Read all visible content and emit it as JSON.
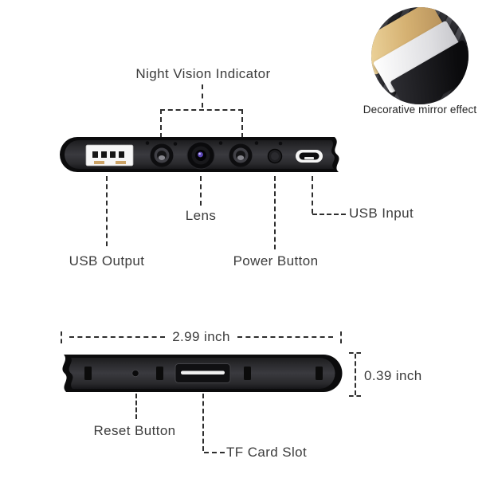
{
  "inset": {
    "caption": "Decorative mirror effect",
    "variant_colors": {
      "gold": "#d5b172",
      "silver": "#dedee1",
      "black": "#0b0b0d",
      "wood_background": "#3c3c41"
    }
  },
  "top_view": {
    "labels": {
      "night_vision": "Night Vision Indicator",
      "lens": "Lens",
      "usb_output": "USB Output",
      "power_button": "Power Button",
      "usb_input": "USB Input"
    },
    "part_icons": [
      "usb-a-port",
      "ir-led",
      "camera-lens",
      "ir-led",
      "power-button",
      "micro-usb-port"
    ]
  },
  "bottom_view": {
    "labels": {
      "reset_button": "Reset Button",
      "tf_card_slot": "TF Card Slot"
    },
    "dimensions": {
      "length": "2.99 inch",
      "thickness": "0.39 inch"
    },
    "part_icons": [
      "screw-slot",
      "reset-hole",
      "tf-card-slot"
    ]
  }
}
